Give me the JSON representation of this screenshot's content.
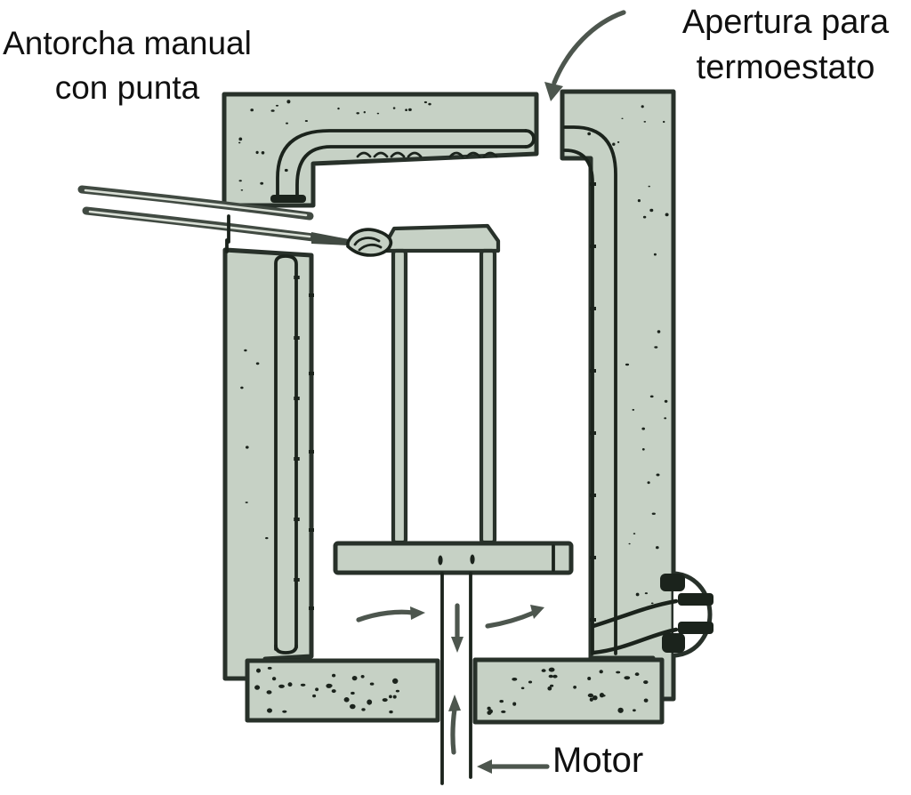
{
  "figure": {
    "background": "#ffffff",
    "labels": {
      "torch_line1": "Antorcha manual",
      "torch_line2": "con punta",
      "aperture_line1": "Apertura para",
      "aperture_line2": "termoestato",
      "motor": "Motor"
    },
    "colors": {
      "wall_fill": "#c6d1c5",
      "outline": "#28312a",
      "detail_line": "#1b231c",
      "arrow": "#4d564e",
      "rod": "#414a42",
      "rod_core": "#d9dfd6",
      "text": "#101010"
    }
  }
}
